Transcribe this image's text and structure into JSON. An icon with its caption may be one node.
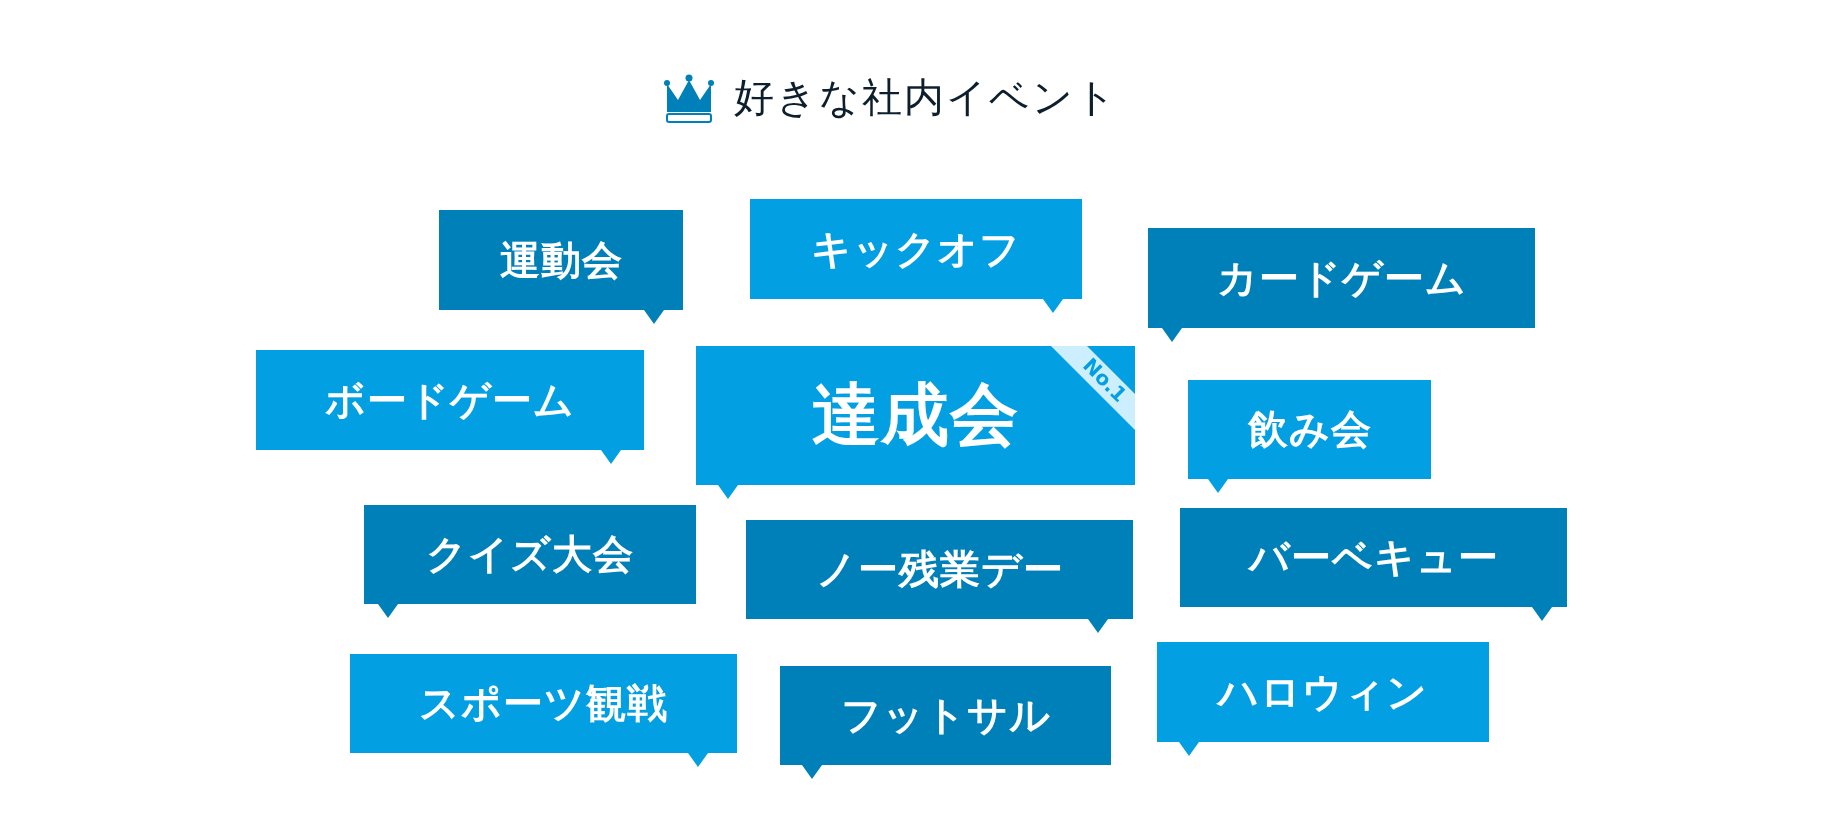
{
  "diagram": {
    "title": "好きな社内イベント",
    "nodes": [
      {
        "text": [
          "運動会"
        ]
      },
      {
        "text": [
          "キックオフ"
        ]
      },
      {
        "text": [
          "カードゲーム"
        ]
      },
      {
        "text": [
          "ボードゲーム"
        ]
      },
      {
        "text": [
          "達成会",
          "No.1"
        ]
      },
      {
        "text": [
          "飲み会"
        ]
      },
      {
        "text": [
          "クイズ大会"
        ]
      },
      {
        "text": [
          "ノー残業デー"
        ]
      },
      {
        "text": [
          "バーベキュー"
        ]
      },
      {
        "text": [
          "スポーツ観戦"
        ]
      },
      {
        "text": [
          "フットサル"
        ]
      },
      {
        "text": [
          "ハロウィン"
        ]
      }
    ]
  }
}
